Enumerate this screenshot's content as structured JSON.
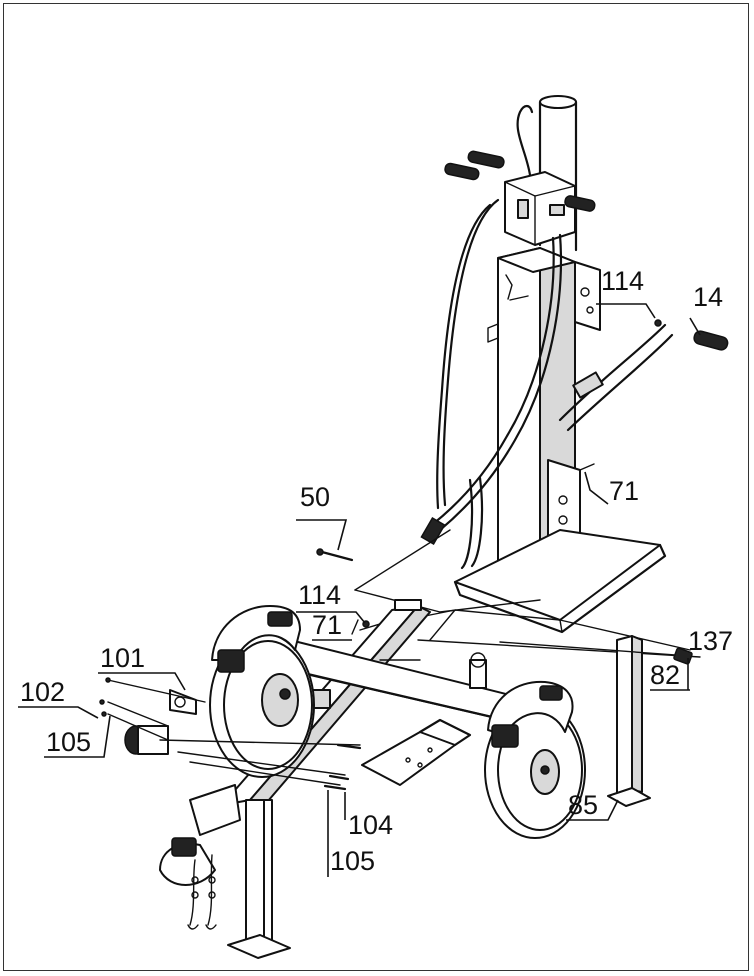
{
  "callouts": [
    {
      "id": "c114a",
      "text": "114"
    },
    {
      "id": "c14",
      "text": "14"
    },
    {
      "id": "c71a",
      "text": "71"
    },
    {
      "id": "c50",
      "text": "50"
    },
    {
      "id": "c114b",
      "text": "114"
    },
    {
      "id": "c71b",
      "text": "71"
    },
    {
      "id": "c101",
      "text": "101"
    },
    {
      "id": "c102",
      "text": "102"
    },
    {
      "id": "c105a",
      "text": "105"
    },
    {
      "id": "c137",
      "text": "137"
    },
    {
      "id": "c82",
      "text": "82"
    },
    {
      "id": "c85",
      "text": "85"
    },
    {
      "id": "c104",
      "text": "104"
    },
    {
      "id": "c105b",
      "text": "105"
    }
  ]
}
